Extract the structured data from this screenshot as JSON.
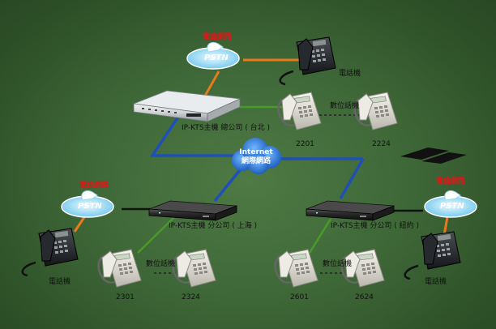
{
  "clouds": {
    "pstn_top": {
      "network_label": "電信網路",
      "name": "PSTN"
    },
    "pstn_left": {
      "network_label": "電信網路",
      "name": "PSTN"
    },
    "pstn_right": {
      "network_label": "電信網路",
      "name": "PSTN"
    },
    "internet": {
      "line1": "Internet",
      "line2": "網際網路"
    }
  },
  "systems": {
    "hq": {
      "label": "IP-KTS主機  總公司 ( 台北 )"
    },
    "shanghai": {
      "label": "IP-KTS主機  分公司 ( 上海 )"
    },
    "newyork": {
      "label": "IP-KTS主機  分公司 ( 紐約 )"
    }
  },
  "phones": {
    "analog_top": "電話機",
    "analog_left": "電話機",
    "analog_right": "電話機",
    "digital_label_top": "數位話機",
    "digital_label_left": "數位話機",
    "digital_label_right": "數位話機",
    "ext_2201": "2201",
    "ext_2224": "2224",
    "ext_2301": "2301",
    "ext_2324": "2324",
    "ext_2601": "2601",
    "ext_2624": "2624"
  },
  "colors": {
    "background": "#3f6838",
    "wan_link": "#1f4fb8",
    "pstn_link": "#e87a1e",
    "lan_link": "#4a9a2a",
    "pstn_cloud": "#7fd0f0",
    "internet_cloud": "#2f7fd8",
    "network_label": "#d81a1a"
  }
}
